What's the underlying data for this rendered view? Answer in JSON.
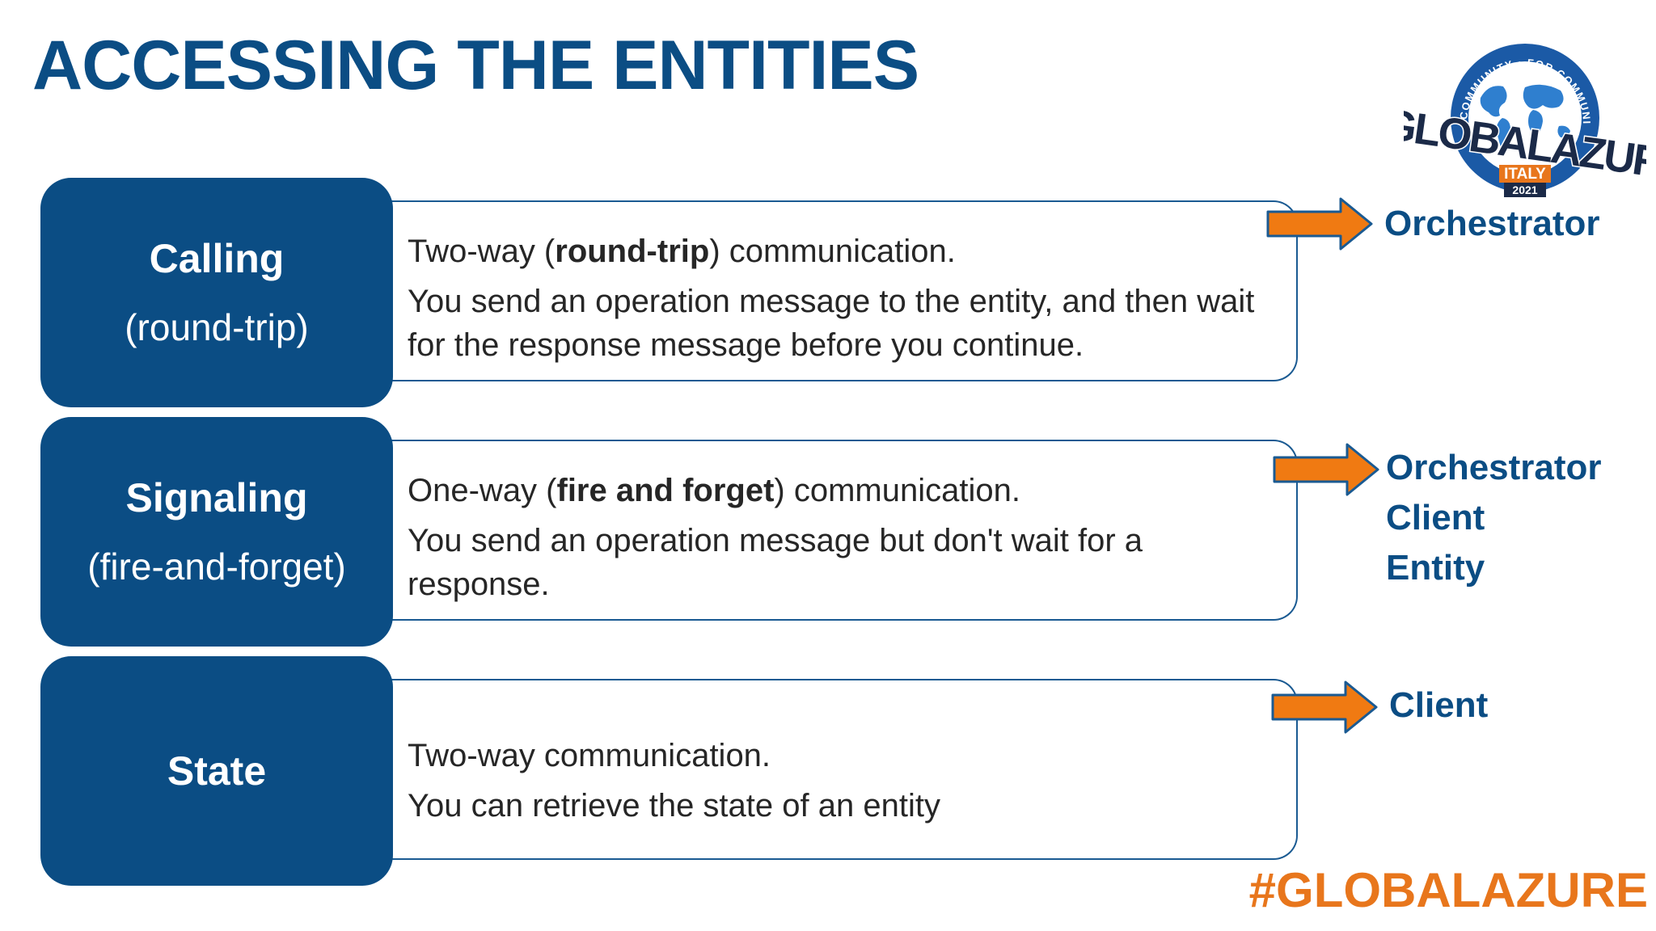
{
  "title": "ACCESSING THE ENTITIES",
  "rows": [
    {
      "label": "Calling",
      "sublabel": "(round-trip)",
      "line1_pre": "Two-way (",
      "line1_bold": "round-trip",
      "line1_post": ") communication.",
      "line2": "You send an operation message to the entity, and then wait for the response message before you continue.",
      "targets": [
        "Orchestrator"
      ]
    },
    {
      "label": "Signaling",
      "sublabel": "(fire-and-forget)",
      "line1_pre": "One-way (",
      "line1_bold": "fire and forget",
      "line1_post": ") communication.",
      "line2": "You send an operation message but don't wait for a response.",
      "targets": [
        "Orchestrator",
        "Client",
        "Entity"
      ]
    },
    {
      "label": "State",
      "line1": "Two-way communication.",
      "line2": "You can retrieve the state of an entity",
      "targets": [
        "Client"
      ]
    }
  ],
  "logo": {
    "ring_text": "BY COMMUNITY • FOR COMMUNITY",
    "wordmark": "#GLOBALAZURE",
    "country": "ITALY",
    "year": "2021"
  },
  "footer_hashtag": "#GLOBALAZURE",
  "colors": {
    "primary": "#0b4d84",
    "accent": "#e8761c",
    "text": "#262626"
  }
}
